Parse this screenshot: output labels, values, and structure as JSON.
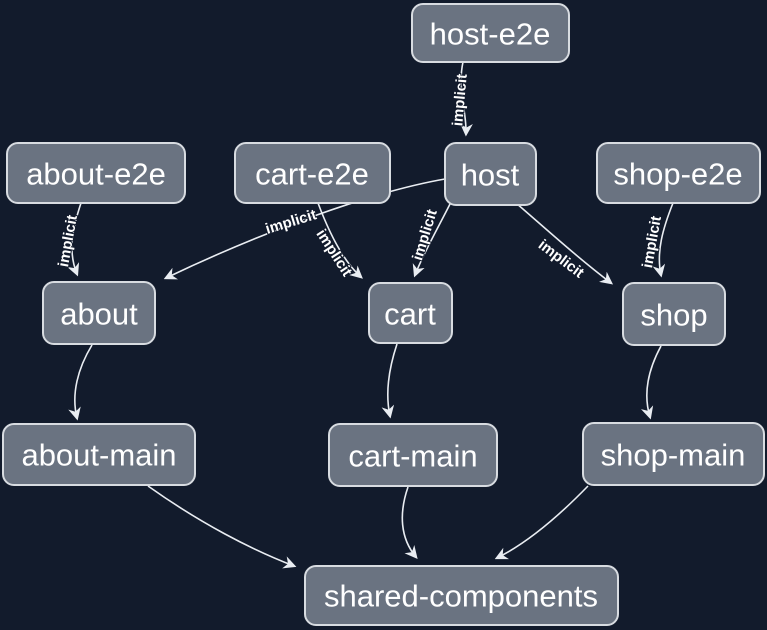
{
  "graph": {
    "type": "dependency-graph",
    "colors": {
      "background": "#121b2c",
      "node_fill": "#6a7381",
      "node_border": "#d8dce1",
      "node_text": "#ffffff",
      "edge": "#e9edf2",
      "edge_label_text": "#ffffff"
    },
    "nodes": [
      {
        "id": "host-e2e",
        "label": "host-e2e"
      },
      {
        "id": "about-e2e",
        "label": "about-e2e"
      },
      {
        "id": "cart-e2e",
        "label": "cart-e2e"
      },
      {
        "id": "host",
        "label": "host"
      },
      {
        "id": "shop-e2e",
        "label": "shop-e2e"
      },
      {
        "id": "about",
        "label": "about"
      },
      {
        "id": "cart",
        "label": "cart"
      },
      {
        "id": "shop",
        "label": "shop"
      },
      {
        "id": "about-main",
        "label": "about-main"
      },
      {
        "id": "cart-main",
        "label": "cart-main"
      },
      {
        "id": "shop-main",
        "label": "shop-main"
      },
      {
        "id": "shared-components",
        "label": "shared-components"
      }
    ],
    "edges": [
      {
        "source": "host-e2e",
        "target": "host",
        "label": "implicit"
      },
      {
        "source": "about-e2e",
        "target": "about",
        "label": "implicit"
      },
      {
        "source": "host",
        "target": "about",
        "label": "implicit"
      },
      {
        "source": "cart-e2e",
        "target": "cart",
        "label": "implicit"
      },
      {
        "source": "host",
        "target": "cart",
        "label": "implicit"
      },
      {
        "source": "host",
        "target": "shop",
        "label": "implicit"
      },
      {
        "source": "shop-e2e",
        "target": "shop",
        "label": "implicit"
      },
      {
        "source": "about",
        "target": "about-main",
        "label": ""
      },
      {
        "source": "cart",
        "target": "cart-main",
        "label": ""
      },
      {
        "source": "shop",
        "target": "shop-main",
        "label": ""
      },
      {
        "source": "about-main",
        "target": "shared-components",
        "label": ""
      },
      {
        "source": "cart-main",
        "target": "shared-components",
        "label": ""
      },
      {
        "source": "shop-main",
        "target": "shared-components",
        "label": ""
      }
    ]
  }
}
